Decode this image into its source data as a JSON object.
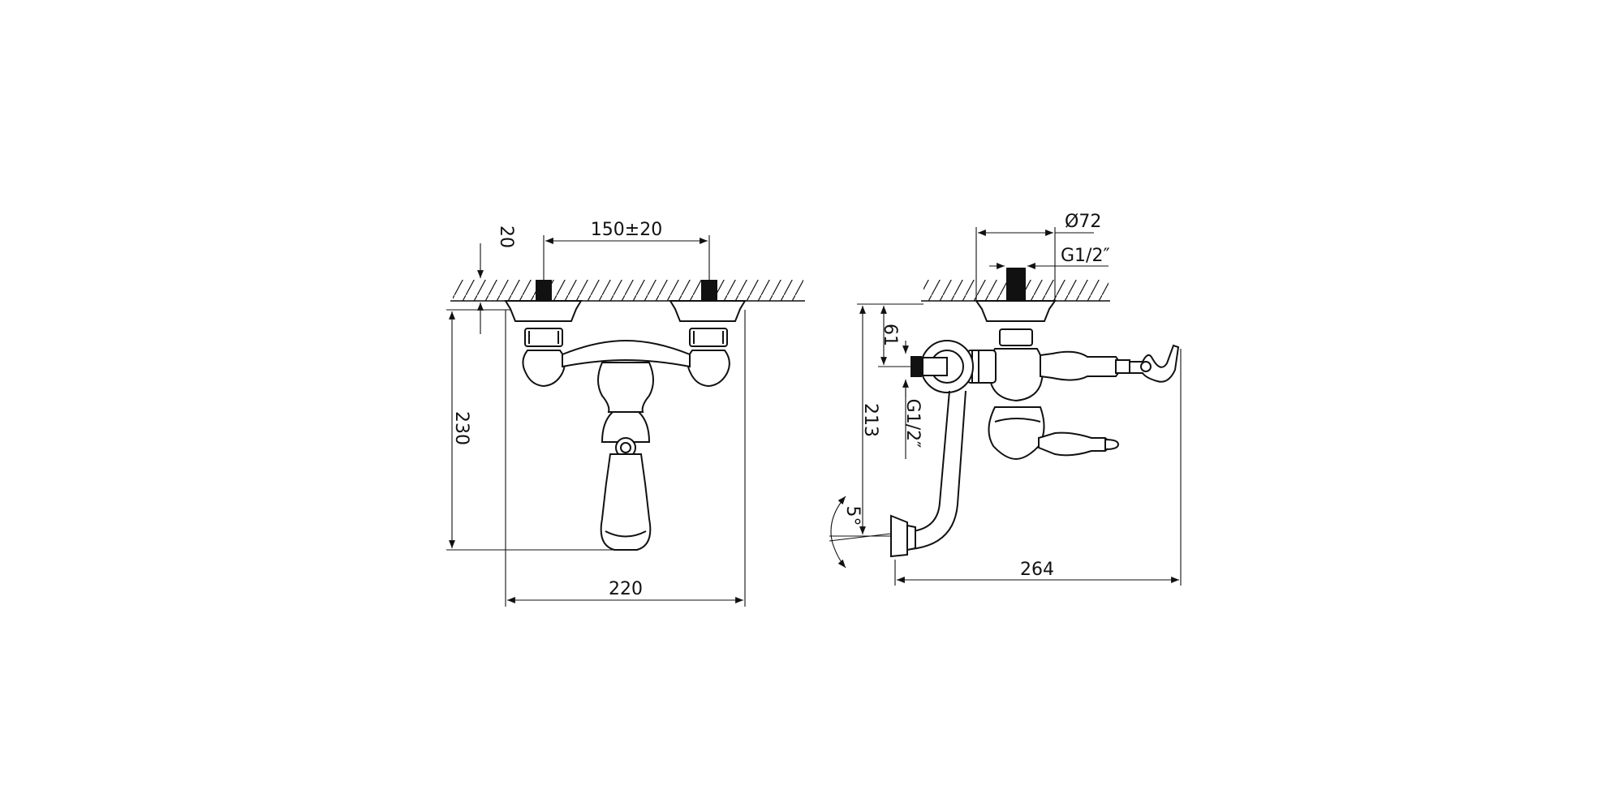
{
  "colors": {
    "line": "#111111",
    "background": "#ffffff"
  },
  "front_view": {
    "dim_spacing": "150±20",
    "dim_depth": "20",
    "dim_height": "230",
    "dim_width": "220"
  },
  "side_view": {
    "dim_diameter": "Ø72",
    "dim_thread_top": "G1/2″",
    "dim_offset": "61",
    "dim_thread_side": "G1/2″",
    "dim_height": "213",
    "dim_angle": "5°",
    "dim_length": "264"
  }
}
